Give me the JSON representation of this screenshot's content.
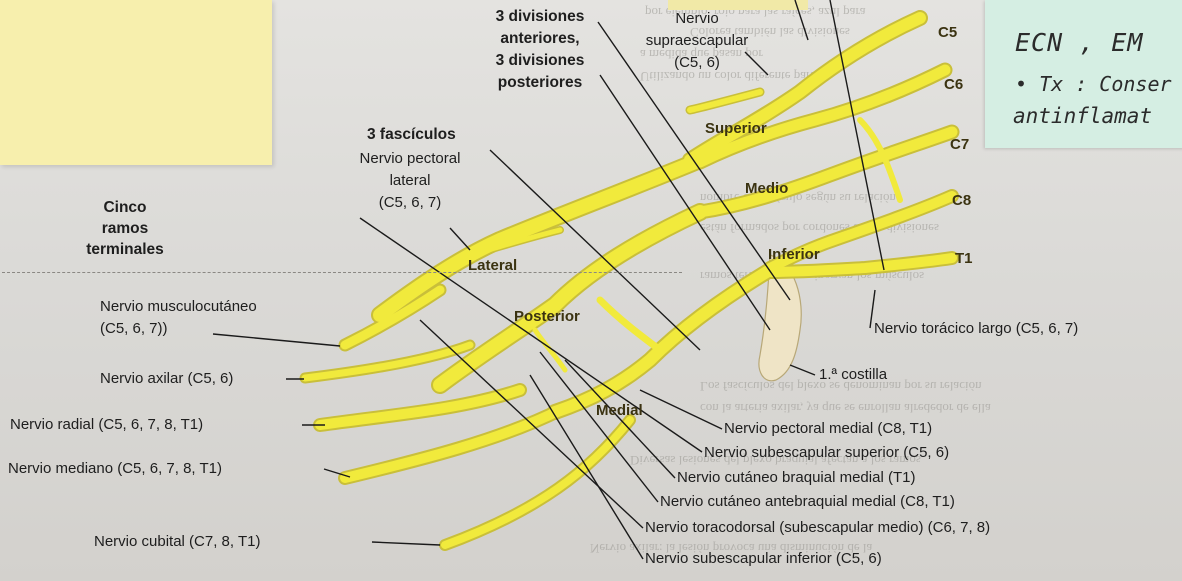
{
  "diagram": {
    "header_labels": {
      "divisions": [
        "3 divisiones",
        "anteriores,",
        "3 divisiones",
        "posteriores"
      ],
      "supraescapular": [
        "Nervio",
        "supraescapular",
        "(C5, 6)"
      ],
      "fasciculos": "3 fascículos",
      "pectoral_lateral": [
        "Nervio pectoral",
        "lateral",
        "(C5, 6, 7)"
      ],
      "terminal_branches": [
        "Cinco",
        "ramos",
        "terminales"
      ]
    },
    "roots": [
      "C5",
      "C6",
      "C7",
      "C8",
      "T1"
    ],
    "trunks": {
      "superior": "Superior",
      "medio": "Medio",
      "inferior": "Inferior"
    },
    "cords": {
      "lateral": "Lateral",
      "posterior": "Posterior",
      "medial": "Medial"
    },
    "left_labels": [
      [
        "Nervio musculocutáneo",
        "(C5, 6, 7))"
      ],
      "Nervio axilar (C5, 6)",
      "Nervio radial (C5, 6, 7, 8, T1)",
      "Nervio mediano (C5, 6, 7, 8, T1)",
      "Nervio cubital (C7, 8, T1)"
    ],
    "right_labels": {
      "toracico_largo": "Nervio torácico largo (C5, 6, 7)",
      "costilla": "1.ª costilla",
      "list": [
        "Nervio pectoral medial (C8, T1)",
        "Nervio subescapular superior (C5, 6)",
        "Nervio cutáneo braquial medial (T1)",
        "Nervio cutáneo antebraquial medial (C8, T1)",
        "Nervio toracodorsal (subescapular medio) (C6, 7, 8)",
        "Nervio subescapular inferior (C5, 6)"
      ]
    }
  },
  "handwritten_note": [
    "ECN , EM",
    "• Tx : Conser",
    "antinflamat"
  ],
  "colors": {
    "nerve": "#f1ea3c",
    "nerve_edge": "#c9bf3a",
    "note_yellow": "#f7efad",
    "note_green": "#d5eee3"
  }
}
